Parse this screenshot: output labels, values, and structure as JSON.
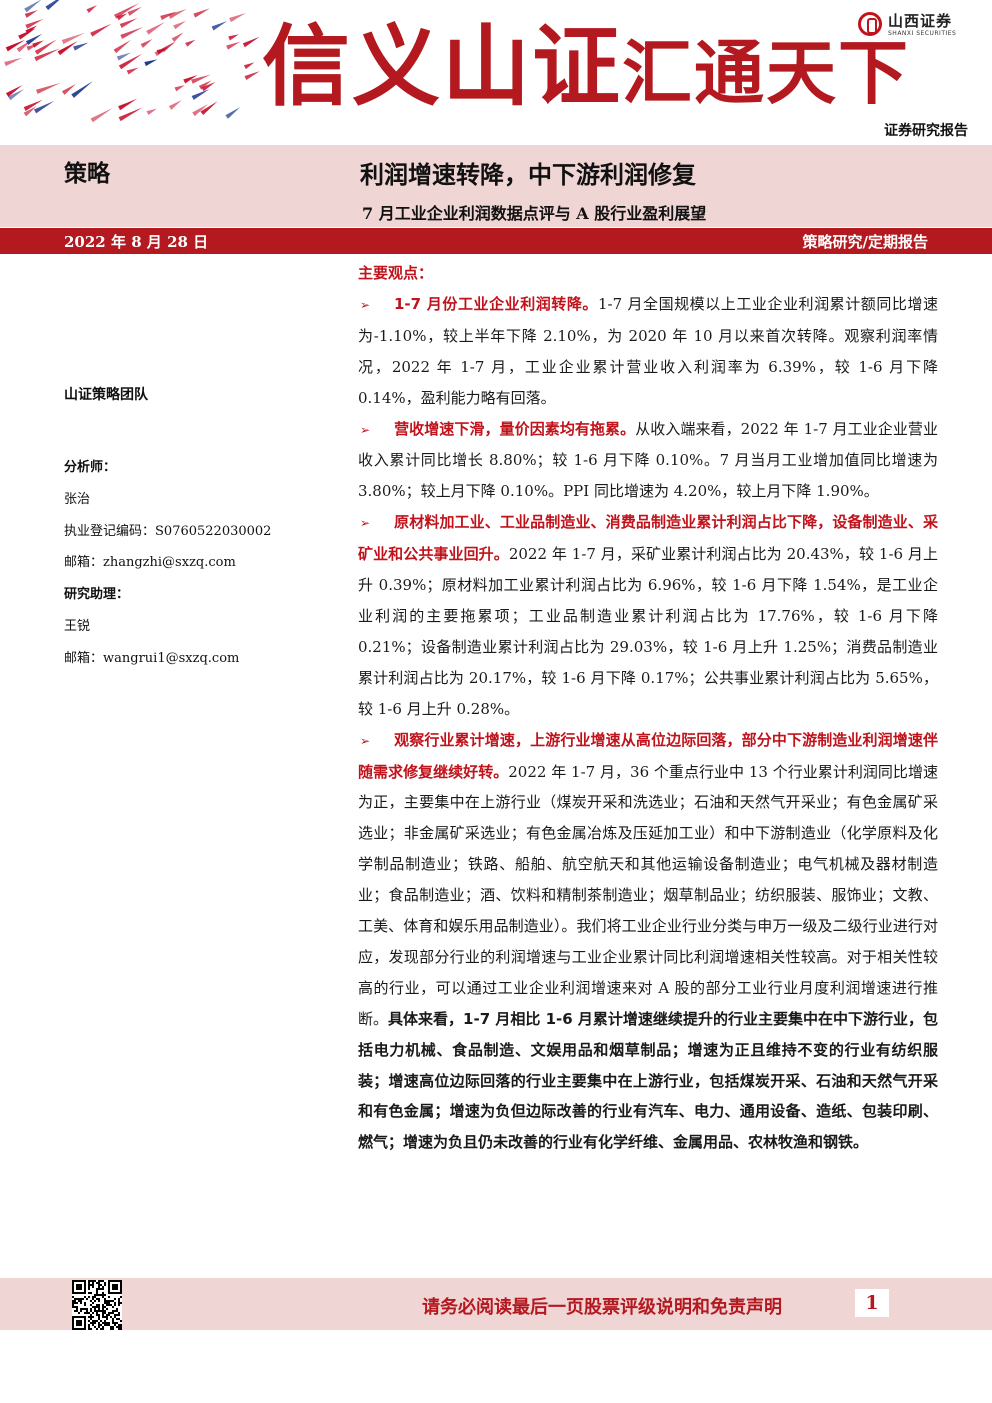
{
  "header": {
    "slogan_part1": "信义山证",
    "slogan_part2": "汇通天下",
    "logo_name_cn": "山西证券",
    "logo_name_en": "SHANXI SECURITIES",
    "report_type": "证券研究报告",
    "brand_color": "#b3191f"
  },
  "title_block": {
    "category": "策略",
    "title": "利润增速转降，中下游利润修复",
    "subtitle": "7 月工业企业利润数据点评与 A 股行业盈利展望",
    "date": "2022 年 8 月 28 日",
    "series": "策略研究/定期报告"
  },
  "sidebar": {
    "team": "山证策略团队",
    "analyst_label": "分析师：",
    "analyst_name": "张治",
    "cert_label": "执业登记编码：",
    "cert_no": "S0760522030002",
    "email_label": "邮箱：",
    "analyst_email": "zhangzhi@sxzq.com",
    "assistant_label": "研究助理：",
    "assistant_name": "王锐",
    "assistant_email": "wangrui1@sxzq.com"
  },
  "main": {
    "heading": "主要观点：",
    "points": [
      {
        "highlight": "1-7 月份工业企业利润转降。",
        "text": "1-7 月全国规模以上工业企业利润累计额同比增速为-1.10%，较上半年下降 2.10%，为 2020 年 10 月以来首次转降。观察利润率情况，2022 年 1-7 月，工业企业累计营业收入利润率为 6.39%，较 1-6 月下降 0.14%，盈利能力略有回落。",
        "strong": ""
      },
      {
        "highlight": "营收增速下滑，量价因素均有拖累。",
        "text": "从收入端来看，2022 年 1-7 月工业企业营业收入累计同比增长 8.80%；较 1-6 月下降 0.10%。7 月当月工业增加值同比增速为 3.80%；较上月下降 0.10%。PPI 同比增速为 4.20%，较上月下降 1.90%。",
        "strong": ""
      },
      {
        "highlight": "原材料加工业、工业品制造业、消费品制造业累计利润占比下降，设备制造业、采矿业和公共事业回升。",
        "text": "2022 年 1-7 月，采矿业累计利润占比为 20.43%，较 1-6 月上升 0.39%；原材料加工业累计利润占比为 6.96%，较 1-6 月下降 1.54%，是工业企业利润的主要拖累项；工业品制造业累计利润占比为 17.76%，较 1-6 月下降 0.21%；设备制造业累计利润占比为 29.03%，较 1-6 月上升 1.25%；消费品制造业累计利润占比为 20.17%，较 1-6 月下降 0.17%；公共事业累计利润占比为 5.65%，较 1-6 月上升 0.28%。",
        "strong": ""
      },
      {
        "highlight": "观察行业累计增速，上游行业增速从高位边际回落，部分中下游制造业利润增速伴随需求修复继续好转。",
        "text": "2022 年 1-7 月，36 个重点行业中 13 个行业累计利润同比增速为正，主要集中在上游行业（煤炭开采和洗选业；石油和天然气开采业；有色金属矿采选业；非金属矿采选业；有色金属冶炼及压延加工业）和中下游制造业（化学原料及化学制品制造业；铁路、船舶、航空航天和其他运输设备制造业；电气机械及器材制造业；食品制造业；酒、饮料和精制茶制造业；烟草制品业；纺织服装、服饰业；文教、工美、体育和娱乐用品制造业）。我们将工业企业行业分类与申万一级及二级行业进行对应，发现部分行业的利润增速与工业企业累计同比利润增速相关性较高。对于相关性较高的行业，可以通过工业企业利润增速来对 A 股的部分工业行业月度利润增速进行推断。",
        "strong": "具体来看，1-7 月相比 1-6 月累计增速继续提升的行业主要集中在中下游行业，包括电力机械、食品制造、文娱用品和烟草制品；增速为正且维持不变的行业有纺织服装；增速高位边际回落的行业主要集中在上游行业，包括煤炭开采、石油和天然气开采和有色金属；增速为负但边际改善的行业有汽车、电力、通用设备、造纸、包装印刷、燃气；增速为负且仍未改善的行业有化学纤维、金属用品、农林牧渔和钢铁。"
      }
    ]
  },
  "footer": {
    "disclaimer": "请务必阅读最后一页股票评级说明和免责声明",
    "page_number": "1"
  }
}
